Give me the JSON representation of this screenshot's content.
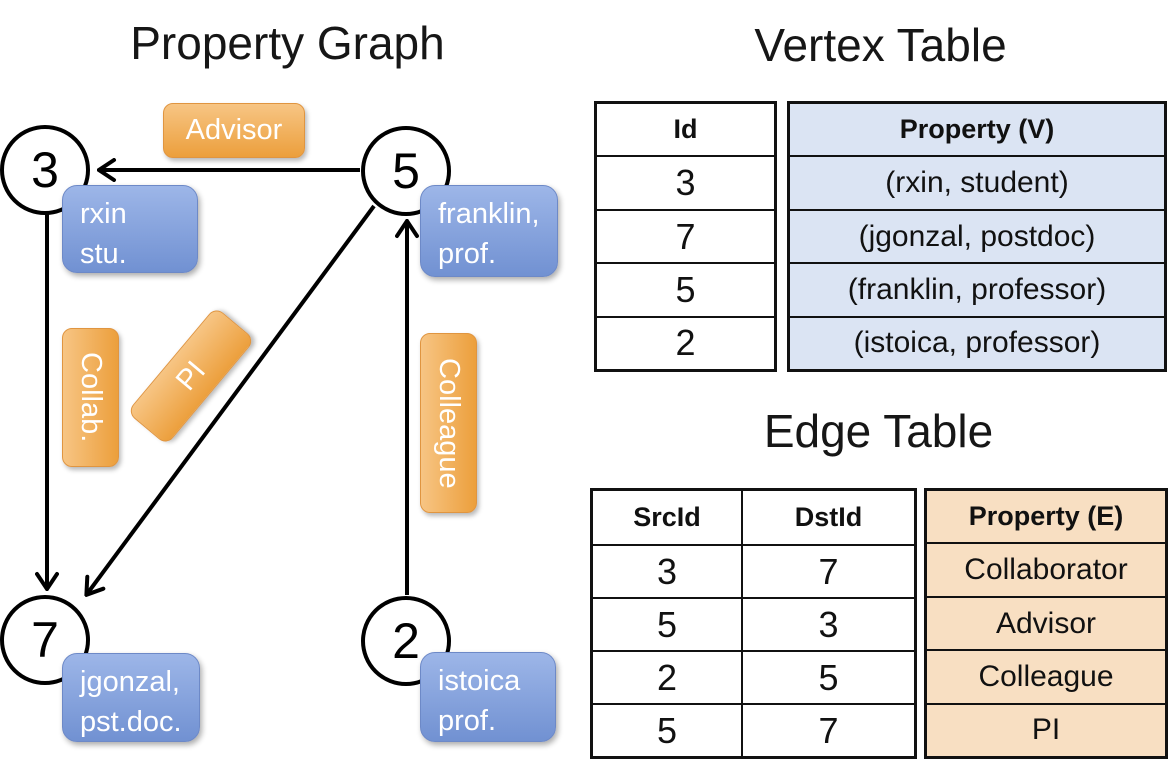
{
  "graph": {
    "title": "Property Graph",
    "nodes": [
      {
        "id": "3",
        "label_lines": [
          "rxin",
          "stu."
        ]
      },
      {
        "id": "5",
        "label_lines": [
          "franklin,",
          "prof."
        ]
      },
      {
        "id": "7",
        "label_lines": [
          "jgonzal,",
          "pst.doc."
        ]
      },
      {
        "id": "2",
        "label_lines": [
          "istoica",
          "prof."
        ]
      }
    ],
    "edge_labels": {
      "advisor": "Advisor",
      "collab": "Collab.",
      "pi": "PI",
      "colleague": "Colleague"
    },
    "edges": [
      {
        "from": "5",
        "to": "3",
        "label": "Advisor"
      },
      {
        "from": "3",
        "to": "7",
        "label": "Collab."
      },
      {
        "from": "5",
        "to": "7",
        "label": "PI"
      },
      {
        "from": "2",
        "to": "5",
        "label": "Colleague"
      }
    ]
  },
  "vertex_table": {
    "title": "Vertex Table",
    "columns": {
      "id": "Id",
      "property": "Property (V)"
    },
    "rows": [
      {
        "id": "3",
        "property": "(rxin, student)"
      },
      {
        "id": "7",
        "property": "(jgonzal, postdoc)"
      },
      {
        "id": "5",
        "property": "(franklin, professor)"
      },
      {
        "id": "2",
        "property": "(istoica, professor)"
      }
    ]
  },
  "edge_table": {
    "title": "Edge Table",
    "columns": {
      "src": "SrcId",
      "dst": "DstId",
      "property": "Property (E)"
    },
    "rows": [
      {
        "src": "3",
        "dst": "7",
        "property": "Collaborator"
      },
      {
        "src": "5",
        "dst": "3",
        "property": "Advisor"
      },
      {
        "src": "2",
        "dst": "5",
        "property": "Colleague"
      },
      {
        "src": "5",
        "dst": "7",
        "property": "PI"
      }
    ]
  },
  "colors": {
    "orange_hi": "#f7c584",
    "orange_lo": "#ec9f3c",
    "orange_border": "#e09540",
    "blue_hi": "#9db6e8",
    "blue_lo": "#7191d2",
    "blue_border": "#6d89c7",
    "vertex_prop_bg": "#dbe4f3",
    "edge_prop_bg": "#f8dfc2",
    "line_color": "#000000"
  }
}
